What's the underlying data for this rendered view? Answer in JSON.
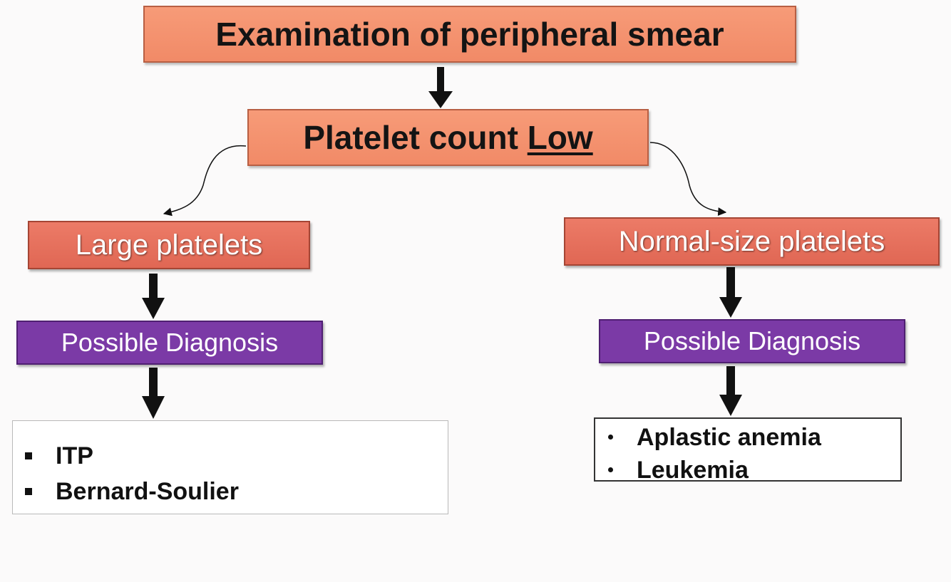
{
  "title": "Examination of peripheral smear",
  "level2": {
    "text_before": "Platelet count ",
    "text_underlined": "Low"
  },
  "left_branch": {
    "label": "Large platelets",
    "diagnosis_label": "Possible Diagnosis",
    "items": [
      "ITP",
      "Bernard-Soulier"
    ]
  },
  "right_branch": {
    "label": "Normal-size platelets",
    "diagnosis_label": "Possible Diagnosis",
    "items": [
      "Aplastic anemia",
      "Leukemia"
    ]
  },
  "colors": {
    "top_box": "#f18a67",
    "branch_box": "#e06754",
    "diagnosis_box": "#7b3aa6",
    "arrow": "#111111"
  }
}
